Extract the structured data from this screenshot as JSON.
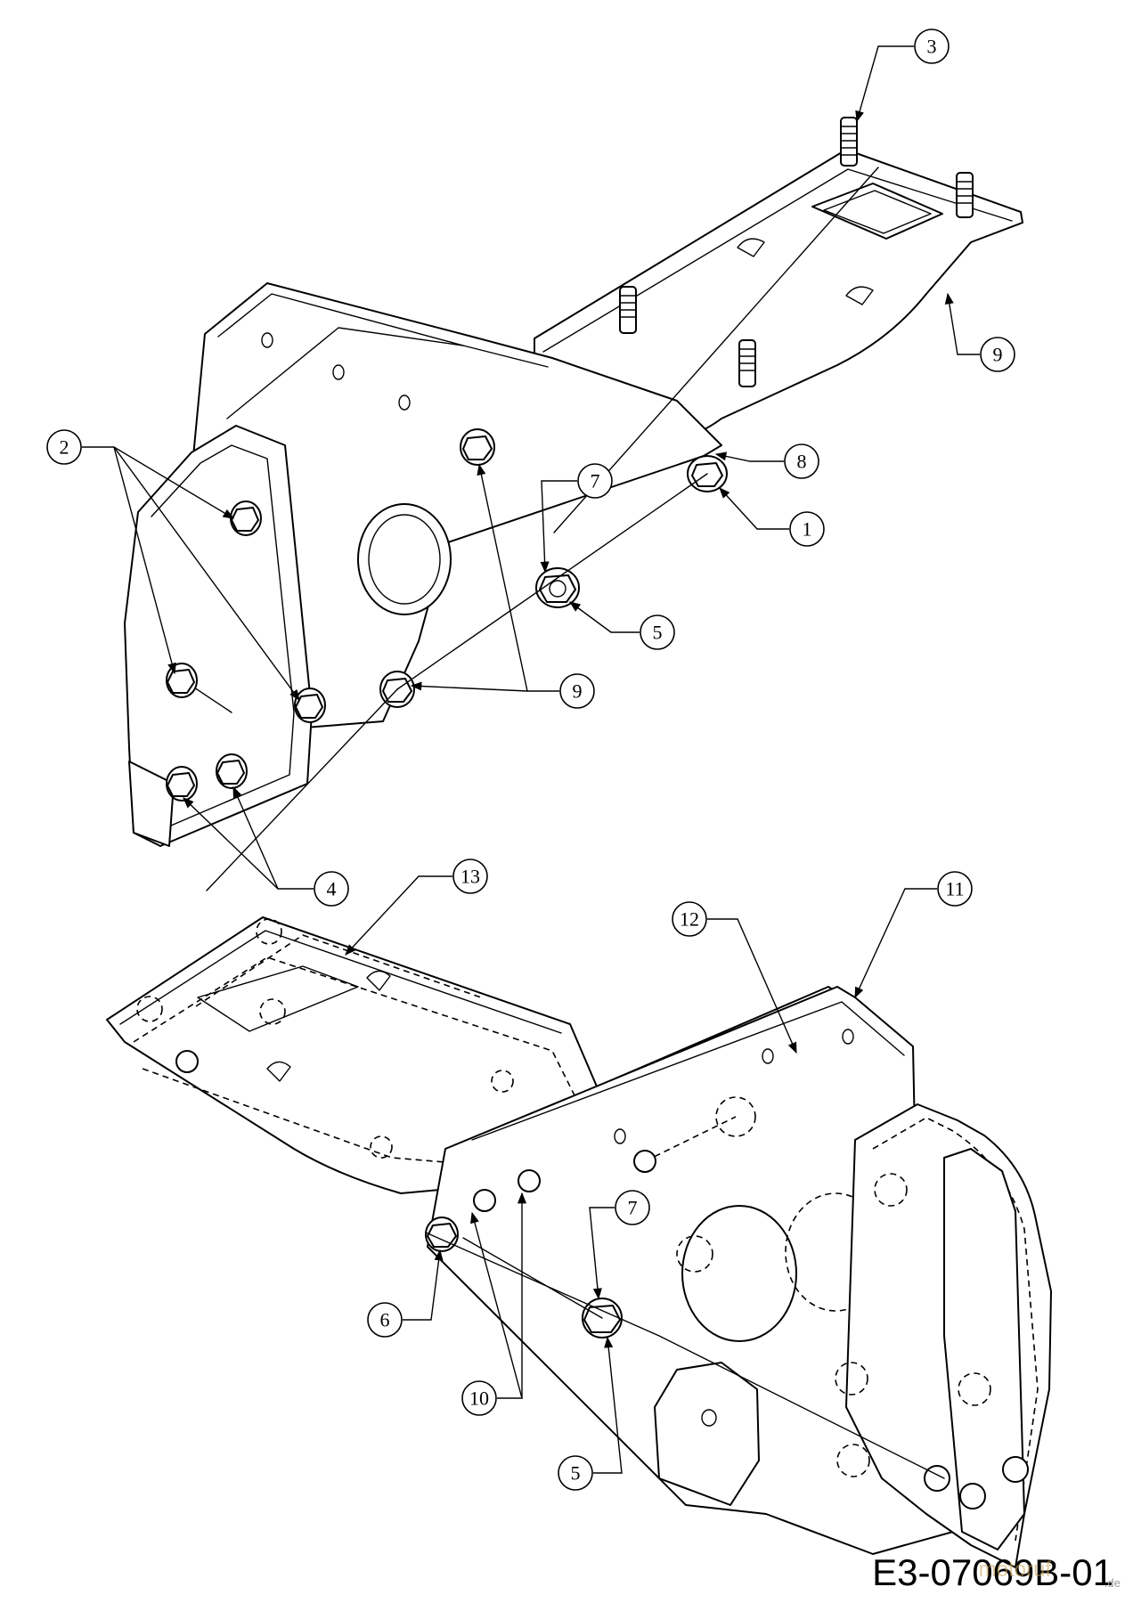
{
  "callouts": [
    "1",
    "2",
    "3",
    "4",
    "5",
    "6",
    "7",
    "8",
    "9",
    "10",
    "11",
    "12",
    "13"
  ],
  "drawing_code": "E3-07069B-01",
  "watermark": {
    "brand": "motoruf",
    "suffix": ".de"
  }
}
